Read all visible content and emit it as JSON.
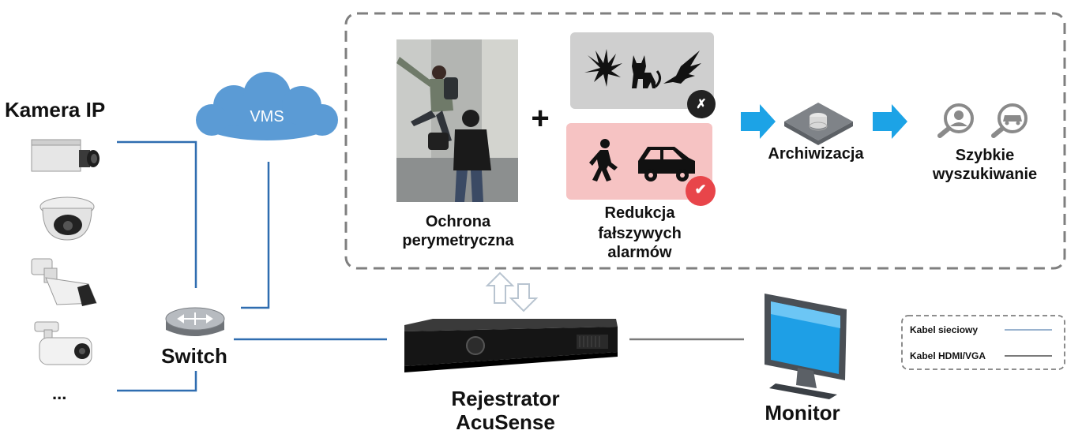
{
  "labels": {
    "camera_title": "Kamera IP",
    "ellipsis": "...",
    "switch": "Switch",
    "vms": "VMS",
    "perimeter_line1": "Ochrona",
    "perimeter_line2": "perymetryczna",
    "false_alarm_line1": "Redukcja",
    "false_alarm_line2": "fałszywych",
    "false_alarm_line3": "alarmów",
    "archiving": "Archiwizacja",
    "search_line1": "Szybkie",
    "search_line2": "wyszukiwanie",
    "recorder_line1": "Rejestrator",
    "recorder_line2": "AcuSense",
    "monitor": "Monitor",
    "plus": "+",
    "reject_mark": "✗",
    "accept_mark": "✔"
  },
  "legend": {
    "network_cable": "Kabel sieciowy",
    "hdmi_cable": "Kabel HDMI/VGA"
  },
  "colors": {
    "network_line": "#2f6db0",
    "hdmi_line": "#7a7a7a",
    "cloud": "#5b9bd5",
    "arrow": "#1ca3e6",
    "reject_panel": "#cfcfcf",
    "accept_panel": "#f6c3c3",
    "accept_badge": "#e8454a",
    "dashed_border": "#7f7f7f"
  }
}
